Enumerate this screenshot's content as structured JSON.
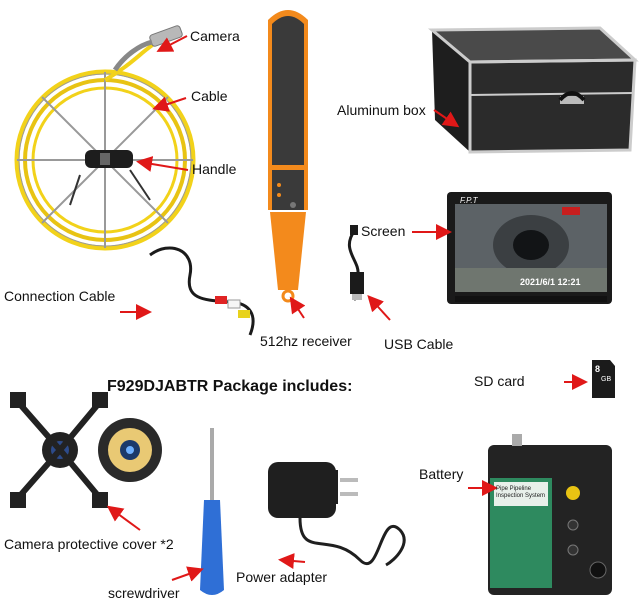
{
  "labels": {
    "camera": "Camera",
    "cable": "Cable",
    "handle": "Handle",
    "aluminum_box": "Aluminum box",
    "screen": "Screen",
    "connection_cable": "Connection Cable",
    "receiver": "512hz receiver",
    "usb_cable": "USB Cable",
    "package_title": "F929DJABTR Package includes:",
    "sd_card": "SD card",
    "battery": "Battery",
    "protective_cover": "Camera protective cover *2",
    "screwdriver": "screwdriver",
    "power_adapter": "Power adapter"
  },
  "screen_overlay": {
    "brand": "F.P.T",
    "timestamp": "2021/6/1 12:21"
  },
  "sd_card_text": {
    "size": "8",
    "unit": "GB"
  },
  "battery_panel": {
    "title": "Pipe Pipeline Inspection System"
  },
  "colors": {
    "arrow": "#e01818",
    "cable_yellow": "#f2d21a",
    "receiver_orange": "#f38a1c",
    "receiver_body": "#3a3a3a",
    "box_dark": "#2b2b2b",
    "screwdriver_blue": "#2f6fd6"
  }
}
